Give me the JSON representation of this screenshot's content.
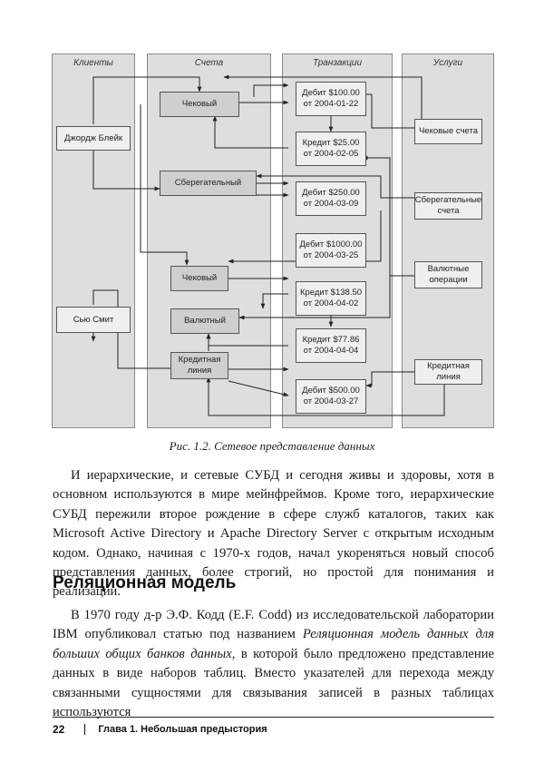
{
  "figure": {
    "lanes": [
      "Клиенты",
      "Счета",
      "Транзакции",
      "Услуги"
    ],
    "clients": [
      "Джордж Блейк",
      "Сью Смит"
    ],
    "accounts": [
      "Чековый",
      "Сберегательный",
      "Чековый",
      "Валютный",
      "Кредитная\nлиния"
    ],
    "transactions": [
      "Дебит $100.00\nот 2004-01-22",
      "Кредит $25.00\nот 2004-02-05",
      "Дебит $250.00\nот 2004-03-09",
      "Дебит $1000.00\nот 2004-03-25",
      "Кредит $138.50\nот 2004-04-02",
      "Кредит $77.86\nот 2004-04-04",
      "Дебит $500.00\nот 2004-03-27"
    ],
    "services": [
      "Чековые счета",
      "Сберегательные\nсчета",
      "Валютные\nоперации",
      "Кредитная линия"
    ],
    "caption": "Рис. 1.2. Сетевое представление данных"
  },
  "text": {
    "para1": "И иерархические, и сетевые СУБД и сегодня живы и здоровы, хотя в основном используются в мире мейнфреймов. Кроме того, иерархические СУБД пережили второе рождение в сфере служб каталогов, таких как Microsoft Active Directory и Apache Directory Server с открытым исходным кодом. Однако, начиная с 1970-х годов, начал укореняться новый способ представления данных, более строгий, но простой для понимания и реализации.",
    "heading": "Реляционная модель",
    "para2_a": "В 1970 году д-р Э.Ф. Кодд (E.F. Codd) из исследовательской лаборатории IBM опубликовал статью под названием ",
    "para2_italic": "Реляционная модель данных для больших общих банков данных",
    "para2_b": ", в которой было предложено представление данных в виде наборов таблиц. Вместо указателей для перехода между связанными сущностями для связывания записей в разных таблицах используются"
  },
  "footer": {
    "page_number": "22",
    "chapter": "Глава 1. Небольшая предыстория"
  }
}
